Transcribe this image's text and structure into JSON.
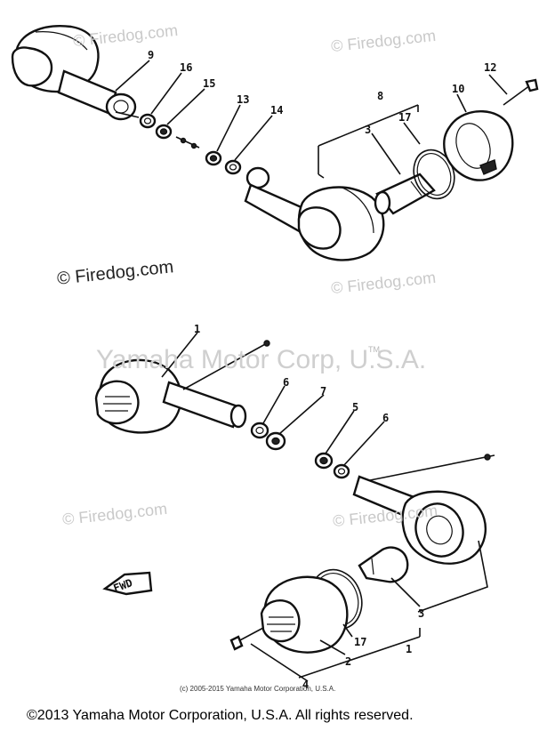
{
  "watermarks": {
    "firedog_top_left": "© Firedog.com",
    "firedog_top_right": "© Firedog.com",
    "firedog_mid_right": "© Firedog.com",
    "firedog_low_left": "© Firedog.com",
    "firedog_low_right": "© Firedog.com",
    "yamaha_center": "Yamaha Motor Corp, U.S.A.",
    "trademark": "TM"
  },
  "credit": "© Firedog.com",
  "small_copyright": "(c) 2005-2015 Yamaha Motor Corporation, U.S.A.",
  "footer": "©2013 Yamaha Motor Corporation, U.S.A. All rights reserved.",
  "callouts": {
    "top": [
      "9",
      "16",
      "15",
      "13",
      "14",
      "8",
      "3",
      "17",
      "10",
      "12"
    ],
    "bottom": [
      "1",
      "6",
      "7",
      "5",
      "6",
      "3",
      "17",
      "2",
      "1",
      "4"
    ]
  },
  "front_marker": "FWD"
}
